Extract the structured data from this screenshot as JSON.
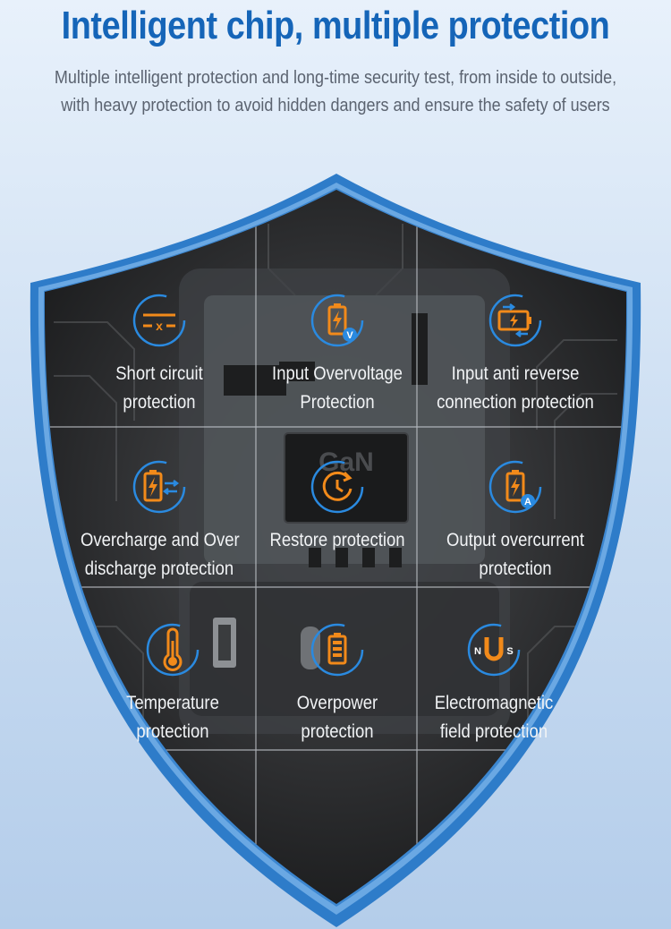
{
  "header": {
    "title": "Intelligent chip, multiple protection",
    "subtitle_lines": [
      "Multiple intelligent protection and long-time security test, from inside to outside,",
      "with heavy protection to avoid hidden dangers and ensure the safety of users"
    ]
  },
  "chip": {
    "label": "GaN"
  },
  "colors": {
    "title": "#1565b8",
    "shield_outer": "#2e7cc9",
    "shield_inner": "#4a92d8",
    "icon_orange": "#f28a1a",
    "icon_blue": "#2a8ae0",
    "label": "#f1f3f5"
  },
  "features": [
    {
      "icon": "short-circuit-icon",
      "lines": [
        "Short circuit",
        "protection"
      ]
    },
    {
      "icon": "input-overvoltage-icon",
      "badge": "V",
      "lines": [
        "Input Overvoltage",
        "Protection"
      ]
    },
    {
      "icon": "reverse-connection-icon",
      "lines": [
        "Input anti reverse",
        "connection protection"
      ]
    },
    {
      "icon": "overcharge-icon",
      "lines": [
        "Overcharge and Over",
        "discharge protection"
      ]
    },
    {
      "icon": "restore-icon",
      "lines": [
        "Restore protection"
      ]
    },
    {
      "icon": "output-overcurrent-icon",
      "badge": "A",
      "lines": [
        "Output overcurrent",
        "protection"
      ]
    },
    {
      "icon": "thermometer-icon",
      "lines": [
        "Temperature",
        "protection"
      ]
    },
    {
      "icon": "battery-full-icon",
      "lines": [
        "Overpower",
        "protection"
      ]
    },
    {
      "icon": "magnet-icon",
      "poles": [
        "N",
        "S"
      ],
      "lines": [
        "Electromagnetic",
        "field protection"
      ]
    }
  ]
}
